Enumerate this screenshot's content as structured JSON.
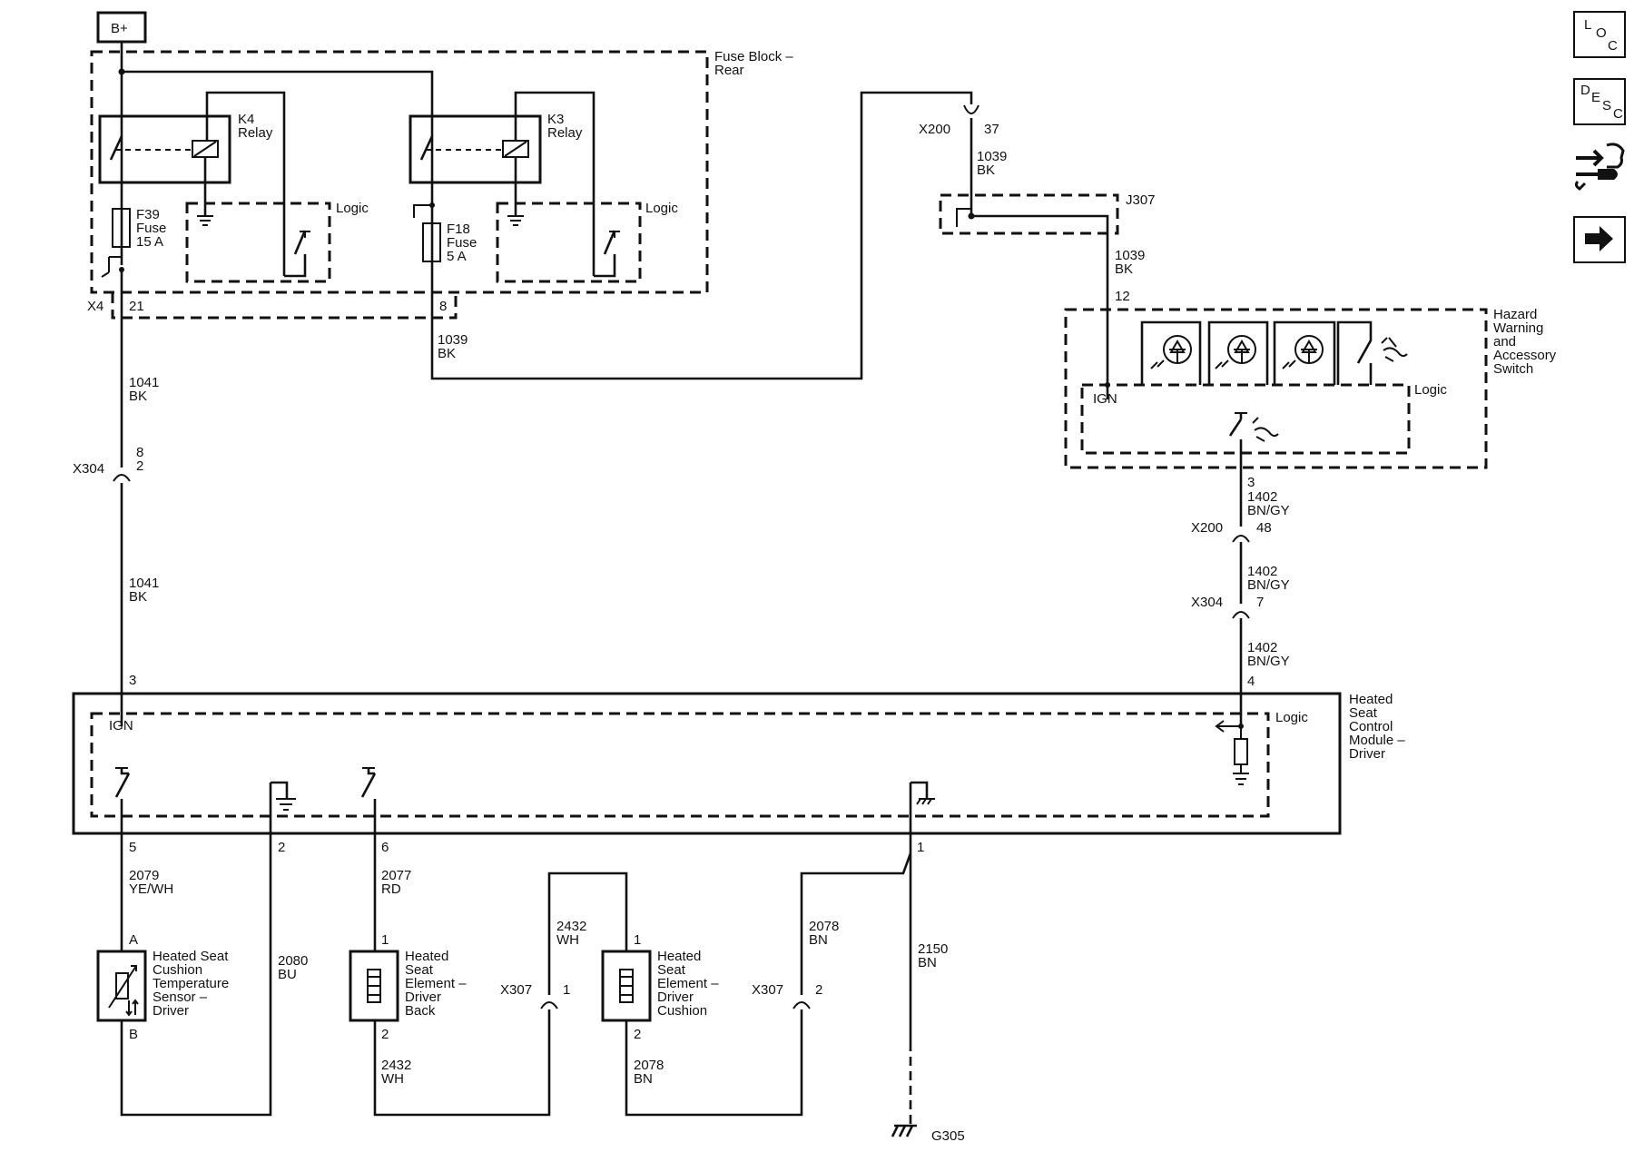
{
  "power": {
    "label": "B+"
  },
  "fuse_block": {
    "name": "Fuse Block –\nRear",
    "relays": [
      {
        "id": "K4",
        "label": "K4\nRelay"
      },
      {
        "id": "K3",
        "label": "K3\nRelay"
      }
    ],
    "fuses": [
      {
        "id": "F39",
        "label": "F39\nFuse\n15 A"
      },
      {
        "id": "F18",
        "label": "F18\nFuse\n5 A"
      }
    ],
    "logic_labels": [
      "Logic",
      "Logic"
    ]
  },
  "connectors": {
    "x4": "X4",
    "x4_pin_a": "21",
    "x4_pin_b": "8",
    "x200_top": "X200",
    "x200_top_pin": "37",
    "j307": "J307",
    "x304_left": "X304",
    "x304_left_pins": "8\n2",
    "x200_right": "X200",
    "x200_right_pin": "48",
    "x304_right": "X304",
    "x304_right_pin": "7",
    "x307_a": "X307",
    "x307_a_pin": "1",
    "x307_b": "X307",
    "x307_b_pin": "2",
    "ground": "G305"
  },
  "wires": {
    "w1039_fuse": "1039\nBK",
    "w1039_x200": "1039\nBK",
    "w1039_j307": "1039\nBK",
    "w1041_upper": "1041\nBK",
    "w1041_lower": "1041\nBK",
    "w1402_a": "1402\nBN/GY",
    "w1402_b": "1402\nBN/GY",
    "w1402_c": "1402\nBN/GY",
    "w2079": "2079\nYE/WH",
    "w2080": "2080\nBU",
    "w2077": "2077\nRD",
    "w2432_top": "2432\nWH",
    "w2432_bottom": "2432\nWH",
    "w2078_top": "2078\nBN",
    "w2078_bottom": "2078\nBN",
    "w2150": "2150\nBN"
  },
  "hazard_switch": {
    "name": "Hazard\nWarning\nand\nAccessory\nSwitch",
    "pin_in": "12",
    "pin_out": "3",
    "ign_label": "IGN",
    "logic_label": "Logic"
  },
  "module": {
    "name": "Heated\nSeat\nControl\nModule –\nDriver",
    "ign_label": "IGN",
    "logic_label": "Logic",
    "pin_ign": "3",
    "pin_hazard": "4",
    "pins_bottom": [
      "5",
      "2",
      "6",
      "1"
    ]
  },
  "components": {
    "sensor": {
      "label": "Heated Seat\nCushion\nTemperature\nSensor –\nDriver",
      "pin_top": "A",
      "pin_bottom": "B"
    },
    "element_back": {
      "label": "Heated\nSeat\nElement –\nDriver\nBack",
      "pin_top": "1",
      "pin_bottom": "2"
    },
    "element_cushion": {
      "label": "Heated\nSeat\nElement –\nDriver\nCushion",
      "pin_top": "1",
      "pin_bottom": "2"
    }
  },
  "nav": {
    "loc": {
      "l1": "L",
      "l2": "O",
      "l3": "C"
    },
    "desc": {
      "l1": "D",
      "l2": "E",
      "l3": "S",
      "l4": "C"
    },
    "tool_icon": "connector-tool-icon",
    "next_icon": "arrow-right-icon"
  }
}
